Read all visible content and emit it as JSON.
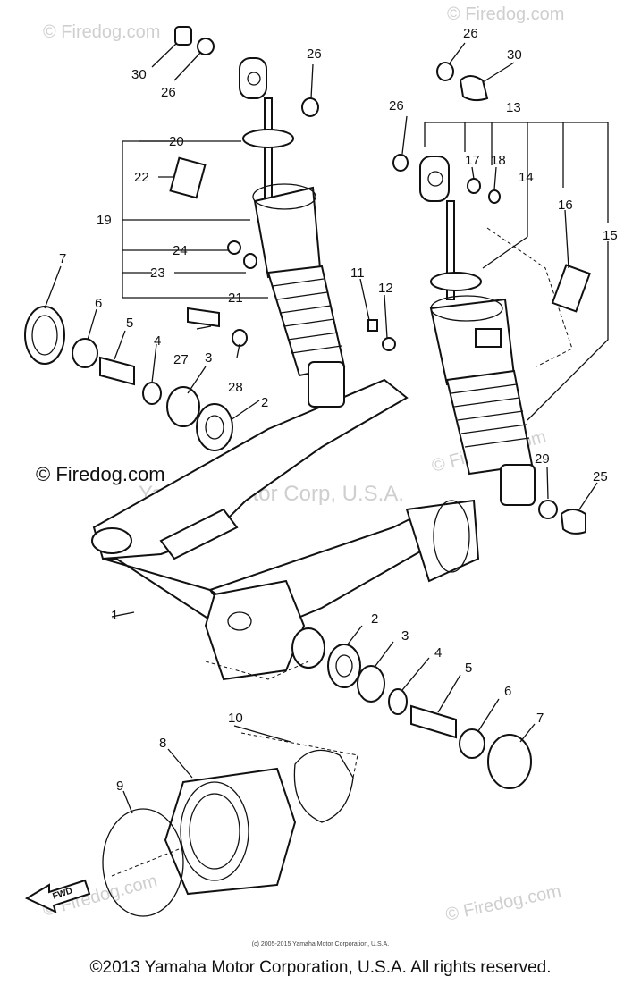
{
  "watermarks": {
    "site": "© Firedog.com",
    "center": "Yamaha Motor Corp, U.S.A."
  },
  "callouts": {
    "c1": "1",
    "c2a": "2",
    "c2b": "2",
    "c3a": "3",
    "c3b": "3",
    "c4a": "4",
    "c4b": "4",
    "c5a": "5",
    "c5b": "5",
    "c6a": "6",
    "c6b": "6",
    "c7a": "7",
    "c7b": "7",
    "c8": "8",
    "c9": "9",
    "c10": "10",
    "c11": "11",
    "c12": "12",
    "c13": "13",
    "c14": "14",
    "c15": "15",
    "c16": "16",
    "c17": "17",
    "c18": "18",
    "c19": "19",
    "c20": "20",
    "c21": "21",
    "c22": "22",
    "c23": "23",
    "c24": "24",
    "c25": "25",
    "c26a": "26",
    "c26b": "26",
    "c26c": "26",
    "c26d": "26",
    "c27": "27",
    "c28": "28",
    "c29": "29",
    "c30a": "30",
    "c30b": "30"
  },
  "fwd_label": "FWD",
  "footer": {
    "small": "(c) 2005-2015 Yamaha Motor Corporation, U.S.A.",
    "main": "©2013 Yamaha Motor Corporation, U.S.A. All rights reserved."
  }
}
